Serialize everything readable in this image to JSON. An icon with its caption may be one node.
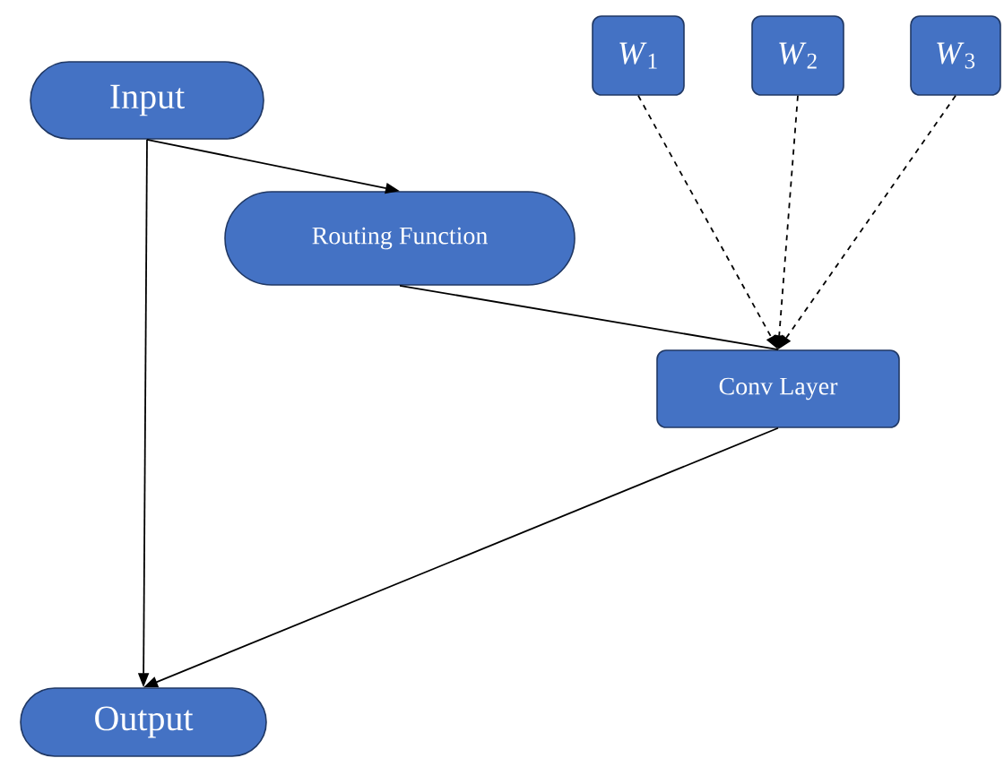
{
  "diagram": {
    "nodes": [
      {
        "text": [
          "Input"
        ]
      },
      {
        "text": [
          "Routing Function"
        ]
      },
      {
        "text": [
          "*W*$_{1}$"
        ]
      },
      {
        "text": [
          "*W*$_{2}$"
        ]
      },
      {
        "text": [
          "*W*$_{3}$"
        ]
      },
      {
        "text": [
          "Conv Layer"
        ]
      },
      {
        "text": [
          "Output"
        ]
      }
    ],
    "edges": [
      {
        "from": 0,
        "to": 1,
        "arrow": "to"
      },
      {
        "from": 2,
        "to": 5,
        "arrow": "to",
        "style": "dashed"
      },
      {
        "from": 3,
        "to": 5,
        "arrow": "to",
        "style": "dashed"
      },
      {
        "from": 4,
        "to": 5,
        "arrow": "to",
        "style": "dashed"
      },
      {
        "from": 1,
        "to": 5,
        "arrow": "none"
      },
      {
        "from": 0,
        "to": 6,
        "arrow": "to"
      },
      {
        "from": 5,
        "to": 6,
        "arrow": "to"
      }
    ]
  }
}
